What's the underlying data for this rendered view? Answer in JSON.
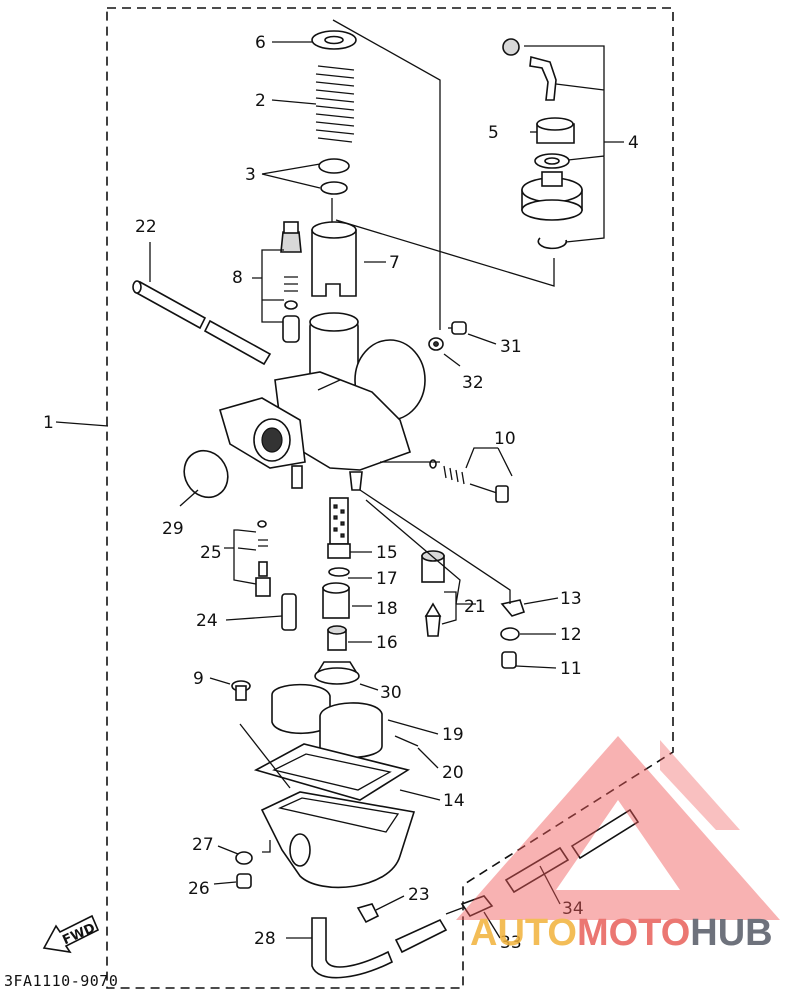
{
  "diagram": {
    "code": "3FA1110-9070",
    "fwd_label": "FWD",
    "callouts": [
      "1",
      "2",
      "3",
      "4",
      "5",
      "6",
      "7",
      "8",
      "9",
      "10",
      "11",
      "12",
      "13",
      "14",
      "15",
      "16",
      "17",
      "18",
      "19",
      "20",
      "21",
      "22",
      "23",
      "24",
      "25",
      "26",
      "27",
      "28",
      "29",
      "30",
      "31",
      "32",
      "33",
      "34"
    ]
  },
  "watermark": {
    "part1": "AUTO",
    "part2": "MOTO",
    "part3": "HUB",
    "colors": {
      "auto": "#f2b23a",
      "moto": "#e8605a",
      "hub": "#555a66",
      "triangle": "#ef5a5a"
    }
  }
}
